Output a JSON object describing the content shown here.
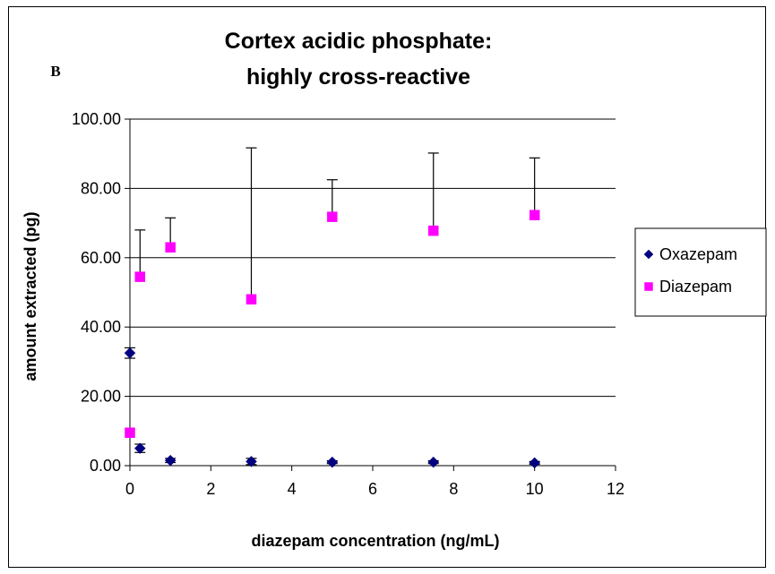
{
  "chart_data": {
    "type": "scatter",
    "title_lines": [
      "Cortex acidic phosphate:",
      "highly cross-reactive"
    ],
    "panel_label": "B",
    "xlabel": "diazepam concentration (ng/mL)",
    "ylabel": "amount extracted (pg)",
    "xlim": [
      0,
      12
    ],
    "ylim": [
      0,
      100
    ],
    "x_ticks": [
      0,
      2,
      4,
      6,
      8,
      10,
      12
    ],
    "x_tick_labels": [
      "0",
      "2",
      "4",
      "6",
      "8",
      "10",
      "12"
    ],
    "y_ticks": [
      0,
      20,
      40,
      60,
      80,
      100
    ],
    "y_tick_labels": [
      "0.00",
      "20.00",
      "40.00",
      "60.00",
      "80.00",
      "100.00"
    ],
    "grid": "horizontal major gridlines",
    "legend_position": "right",
    "series": [
      {
        "name": "Oxazepam",
        "marker": "diamond",
        "color": "#000080",
        "points": [
          {
            "x": 0,
            "y": 32.5,
            "err_lo": 1.5,
            "err_hi": 1.5
          },
          {
            "x": 0.25,
            "y": 5.0,
            "err_lo": 1.2,
            "err_hi": 1.2
          },
          {
            "x": 1,
            "y": 1.5,
            "err_lo": 0.6,
            "err_hi": 0.6
          },
          {
            "x": 3,
            "y": 1.2,
            "err_lo": 0.9,
            "err_hi": 0.9
          },
          {
            "x": 5,
            "y": 1.0,
            "err_lo": 0.4,
            "err_hi": 0.4
          },
          {
            "x": 7.5,
            "y": 1.0,
            "err_lo": 0.4,
            "err_hi": 0.4
          },
          {
            "x": 10,
            "y": 0.8,
            "err_lo": 0.4,
            "err_hi": 0.4
          }
        ]
      },
      {
        "name": "Diazepam",
        "marker": "square",
        "color": "#FF00FF",
        "points": [
          {
            "x": 0,
            "y": 9.5,
            "err_lo": 0,
            "err_hi": 0
          },
          {
            "x": 0.25,
            "y": 54.5,
            "err_lo": 0,
            "err_hi": 13.5
          },
          {
            "x": 1,
            "y": 63.0,
            "err_lo": 0,
            "err_hi": 8.5
          },
          {
            "x": 3,
            "y": 48.0,
            "err_lo": 0,
            "err_hi": 43.7
          },
          {
            "x": 5,
            "y": 71.8,
            "err_lo": 0,
            "err_hi": 10.7
          },
          {
            "x": 7.5,
            "y": 67.8,
            "err_lo": 0,
            "err_hi": 22.4
          },
          {
            "x": 10,
            "y": 72.3,
            "err_lo": 0,
            "err_hi": 16.5
          }
        ]
      }
    ]
  }
}
